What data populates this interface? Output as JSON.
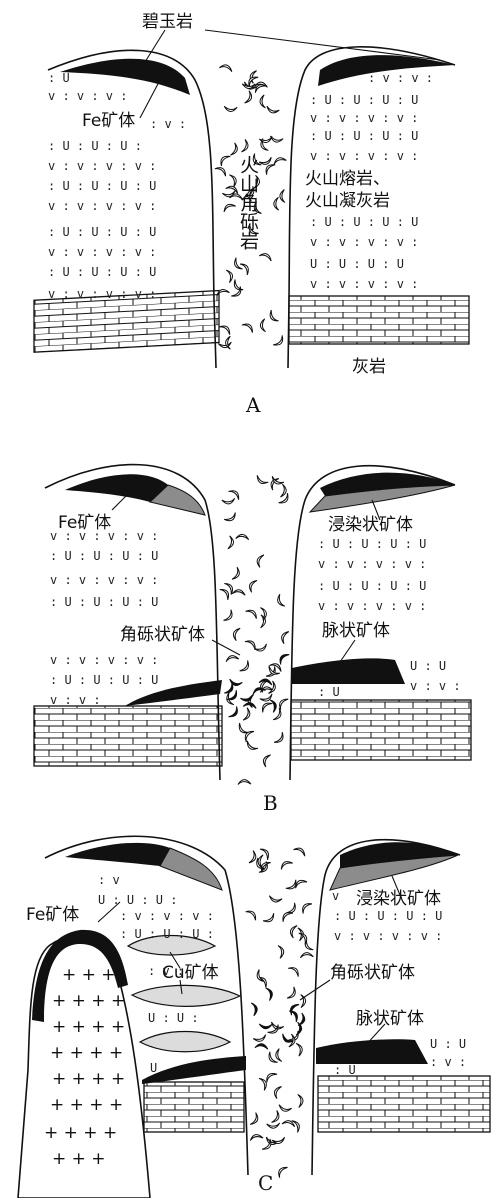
{
  "colors": {
    "ore": "#111111",
    "disseminated": "#8c8c8c",
    "cu_ore": "#dcdcdc",
    "line": "#111111"
  },
  "panels": [
    {
      "label": "A",
      "labels": {
        "serpentinite": "碧玉岩",
        "fe_ore": "Fe矿体",
        "breccia": "火山角砾岩",
        "volcanic_line1": "火山熔岩、",
        "volcanic_line2": "火山凝灰岩",
        "limestone": "灰岩"
      }
    },
    {
      "label": "B",
      "labels": {
        "fe_ore": "Fe矿体",
        "disseminated": "浸染状矿体",
        "brecciated": "角砾状矿体",
        "vein": "脉状矿体"
      }
    },
    {
      "label": "C",
      "labels": {
        "fe_ore": "Fe矿体",
        "cu_ore": "Cu矿体",
        "disseminated": "浸染状矿体",
        "brecciated": "角砾状矿体",
        "vein": "脉状矿体"
      }
    }
  ],
  "symbols": {
    "tuff_row_a": ": v : v : v :",
    "tuff_row_b": ": U : U : U :",
    "granite": "+ + +"
  }
}
